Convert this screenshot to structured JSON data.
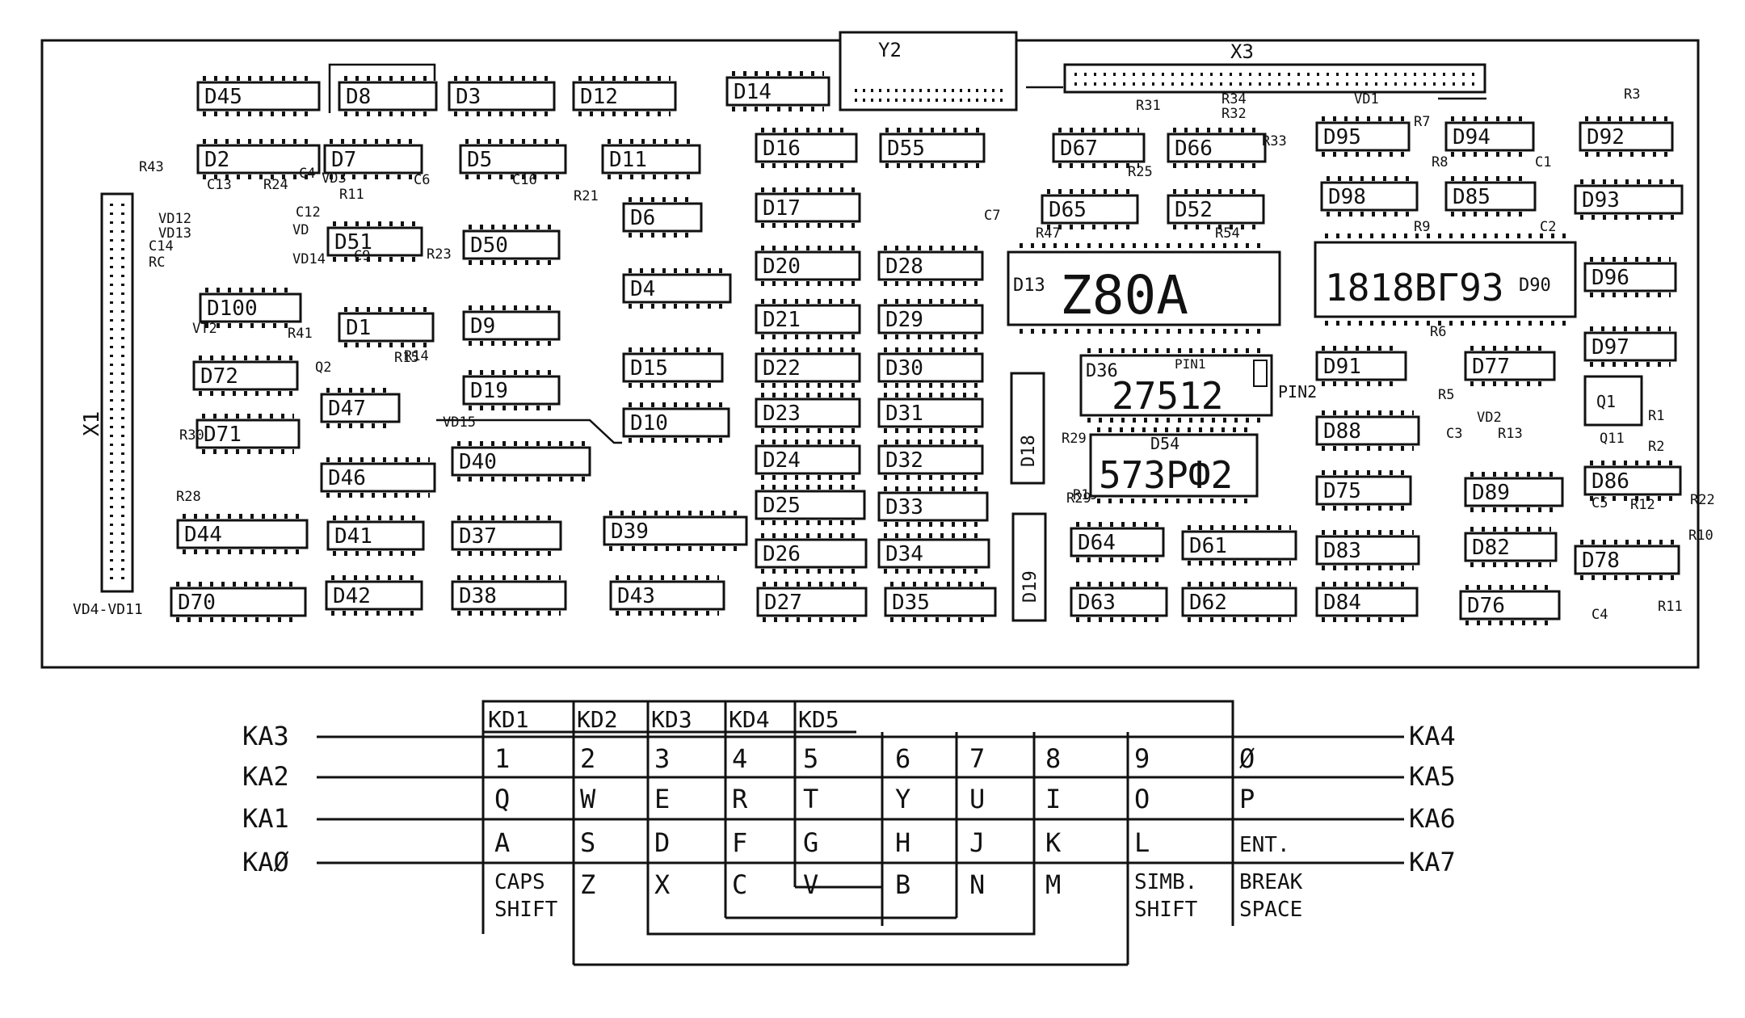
{
  "pcb": {
    "connectors": {
      "x1": "X1",
      "x2": "Y2",
      "x3": "X3"
    },
    "chips": [
      {
        "label": "D45"
      },
      {
        "label": "D8"
      },
      {
        "label": "D3"
      },
      {
        "label": "D12"
      },
      {
        "label": "D14"
      },
      {
        "label": "D2"
      },
      {
        "label": "D7"
      },
      {
        "label": "D5"
      },
      {
        "label": "D11"
      },
      {
        "label": "D16"
      },
      {
        "label": "D55"
      },
      {
        "label": "D67"
      },
      {
        "label": "D66"
      },
      {
        "label": "D95"
      },
      {
        "label": "D94"
      },
      {
        "label": "D92"
      },
      {
        "label": "D6"
      },
      {
        "label": "D17"
      },
      {
        "label": "D65"
      },
      {
        "label": "D52"
      },
      {
        "label": "D98"
      },
      {
        "label": "D85"
      },
      {
        "label": "D93"
      },
      {
        "label": "D51"
      },
      {
        "label": "D50"
      },
      {
        "label": "D4"
      },
      {
        "label": "D20"
      },
      {
        "label": "D28"
      },
      {
        "label": "D96"
      },
      {
        "label": "D100"
      },
      {
        "label": "D1"
      },
      {
        "label": "D9"
      },
      {
        "label": "D21"
      },
      {
        "label": "D29"
      },
      {
        "label": "D97"
      },
      {
        "label": "D72"
      },
      {
        "label": "D19"
      },
      {
        "label": "D15"
      },
      {
        "label": "D22"
      },
      {
        "label": "D30"
      },
      {
        "label": "D91"
      },
      {
        "label": "D77"
      },
      {
        "label": "D47"
      },
      {
        "label": "D71"
      },
      {
        "label": "D10"
      },
      {
        "label": "D23"
      },
      {
        "label": "D31"
      },
      {
        "label": "D88"
      },
      {
        "label": "D40"
      },
      {
        "label": "D24"
      },
      {
        "label": "D32"
      },
      {
        "label": "D46"
      },
      {
        "label": "D25"
      },
      {
        "label": "D33"
      },
      {
        "label": "D75"
      },
      {
        "label": "D89"
      },
      {
        "label": "D86"
      },
      {
        "label": "D44"
      },
      {
        "label": "D41"
      },
      {
        "label": "D37"
      },
      {
        "label": "D39"
      },
      {
        "label": "D26"
      },
      {
        "label": "D34"
      },
      {
        "label": "D64"
      },
      {
        "label": "D61"
      },
      {
        "label": "D83"
      },
      {
        "label": "D82"
      },
      {
        "label": "D78"
      },
      {
        "label": "D70"
      },
      {
        "label": "D42"
      },
      {
        "label": "D38"
      },
      {
        "label": "D43"
      },
      {
        "label": "D27"
      },
      {
        "label": "D35"
      },
      {
        "label": "D63"
      },
      {
        "label": "D62"
      },
      {
        "label": "D84"
      },
      {
        "label": "D76"
      }
    ],
    "big_chips": {
      "cpu_ref": "D13",
      "cpu": "Z80A",
      "vg93_ref": "D90",
      "vg93": "1818ВГ93",
      "rom_ref": "D36",
      "rom": "27512",
      "pin1": "PIN1",
      "pin2": "PIN2",
      "prom_ref": "D54",
      "prom": "573РФ2",
      "d18": "D18",
      "d19": "D19",
      "q1": "Q1"
    },
    "parts": [
      {
        "label": "R43"
      },
      {
        "label": "VD12"
      },
      {
        "label": "VD13"
      },
      {
        "label": "C14"
      },
      {
        "label": "RC"
      },
      {
        "label": "C13"
      },
      {
        "label": "R24"
      },
      {
        "label": "C4"
      },
      {
        "label": "VD3"
      },
      {
        "label": "R11"
      },
      {
        "label": "C6"
      },
      {
        "label": "C16"
      },
      {
        "label": "R21"
      },
      {
        "label": "C12"
      },
      {
        "label": "VD"
      },
      {
        "label": "VD14"
      },
      {
        "label": "C9"
      },
      {
        "label": "R23"
      },
      {
        "label": "R15"
      },
      {
        "label": "R14"
      },
      {
        "label": "R19"
      },
      {
        "label": "VT2"
      },
      {
        "label": "Q2"
      },
      {
        "label": "R41"
      },
      {
        "label": "R5"
      },
      {
        "label": "R30"
      },
      {
        "label": "R28"
      },
      {
        "label": "VD15"
      },
      {
        "label": "R31"
      },
      {
        "label": "R34"
      },
      {
        "label": "R32"
      },
      {
        "label": "R33"
      },
      {
        "label": "R25"
      },
      {
        "label": "C7"
      },
      {
        "label": "R47"
      },
      {
        "label": "R54"
      },
      {
        "label": "VD1"
      },
      {
        "label": "R3"
      },
      {
        "label": "R7"
      },
      {
        "label": "R8"
      },
      {
        "label": "C1"
      },
      {
        "label": "R9"
      },
      {
        "label": "C2"
      },
      {
        "label": "R6"
      },
      {
        "label": "C3"
      },
      {
        "label": "VD2"
      },
      {
        "label": "R13"
      },
      {
        "label": "R1"
      },
      {
        "label": "Q11"
      },
      {
        "label": "R2"
      },
      {
        "label": "C5"
      },
      {
        "label": "R12"
      },
      {
        "label": "R22"
      },
      {
        "label": "R10"
      },
      {
        "label": "R11"
      },
      {
        "label": "C4"
      },
      {
        "label": "R29"
      },
      {
        "label": "R29"
      }
    ],
    "diode_label": "VD4-VD11"
  },
  "keyboard": {
    "headers": [
      "KD1",
      "KD2",
      "KD3",
      "KD4",
      "KD5"
    ],
    "left_lines": [
      "KA3",
      "KA2",
      "KA1",
      "KAØ"
    ],
    "right_lines": [
      "KA4",
      "KA5",
      "KA6",
      "KA7"
    ],
    "rows": [
      [
        "1",
        "2",
        "3",
        "4",
        "5",
        "6",
        "7",
        "8",
        "9",
        "Ø"
      ],
      [
        "Q",
        "W",
        "E",
        "R",
        "T",
        "Y",
        "U",
        "I",
        "O",
        "P"
      ],
      [
        "A",
        "S",
        "D",
        "F",
        "G",
        "H",
        "J",
        "K",
        "L",
        "ENT."
      ],
      [
        "CAPS",
        "Z",
        "X",
        "C",
        "V",
        "B",
        "N",
        "M",
        "SIMB.",
        "BREAK"
      ]
    ],
    "second_line": [
      "SHIFT",
      "SHIFT",
      "SPACE"
    ]
  }
}
